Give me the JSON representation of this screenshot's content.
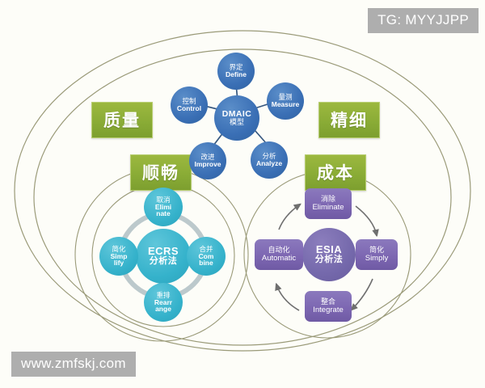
{
  "watermarks": {
    "top_right": "TG: MYYJJPP",
    "bottom_left": "www.zmfskj.com"
  },
  "labels": {
    "quality": "质量",
    "fine": "精细",
    "smooth": "顺畅",
    "cost": "成本"
  },
  "dmaic": {
    "center": {
      "en": "DMAIC",
      "cn": "模型"
    },
    "nodes": [
      {
        "cn": "界定",
        "en": "Define"
      },
      {
        "cn": "量测",
        "en": "Measure"
      },
      {
        "cn": "分析",
        "en": "Analyze"
      },
      {
        "cn": "改进",
        "en": "Improve"
      },
      {
        "cn": "控制",
        "en": "Control"
      }
    ]
  },
  "ecrs": {
    "center": {
      "en": "ECRS",
      "cn": "分析法"
    },
    "nodes": [
      {
        "cn": "取消",
        "en1": "Elimi",
        "en2": "nate"
      },
      {
        "cn": "合并",
        "en1": "Com",
        "en2": "bine"
      },
      {
        "cn": "重排",
        "en1": "Rearr",
        "en2": "ange"
      },
      {
        "cn": "简化",
        "en1": "Simp",
        "en2": "lify"
      }
    ]
  },
  "esia": {
    "center": {
      "en": "ESIA",
      "cn": "分析法"
    },
    "nodes": [
      {
        "cn": "消除",
        "en": "Eliminate"
      },
      {
        "cn": "简化",
        "en": "Simply"
      },
      {
        "cn": "整合",
        "en": "Integrate"
      },
      {
        "cn": "自动化",
        "en": "Automatic"
      }
    ]
  },
  "colors": {
    "background": "#fdfdf8",
    "ellipse_stroke": "#9a9a78",
    "label_green": "#8aac36",
    "dmaic_blue": "#3a6fb5",
    "ecrs_teal": "#35b2cb",
    "esia_purple": "#7d67b2",
    "watermark_gray": "#aeaeae",
    "ring_arc": "#bcc9cc",
    "arrow_gray": "#6f6f6f"
  }
}
